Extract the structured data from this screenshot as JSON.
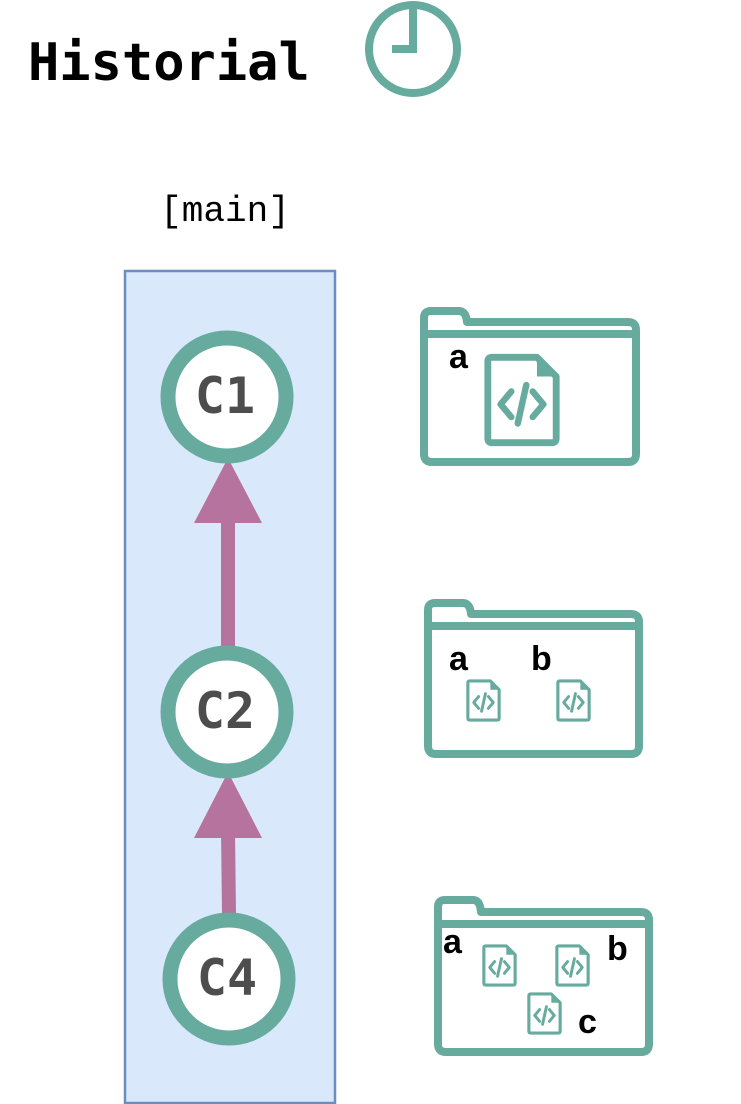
{
  "title": "Historial",
  "branch": {
    "label": "[main]"
  },
  "commits": [
    {
      "id": "c1",
      "label": "C1"
    },
    {
      "id": "c2",
      "label": "C2"
    },
    {
      "id": "c4",
      "label": "C4"
    }
  ],
  "snapshots": [
    {
      "commit": "C1",
      "files": [
        "a"
      ]
    },
    {
      "commit": "C2",
      "files": [
        "a",
        "b"
      ]
    },
    {
      "commit": "C4",
      "files": [
        "a",
        "b",
        "c"
      ]
    }
  ],
  "colors": {
    "teal": "#67ab9f",
    "arrow": "#b5739d",
    "branch_fill": "#dae8fc",
    "branch_stroke": "#6c8ebf",
    "commit_text": "#4d4d4d"
  },
  "icons": [
    "clock-icon",
    "folder-icon",
    "code-file-icon"
  ]
}
